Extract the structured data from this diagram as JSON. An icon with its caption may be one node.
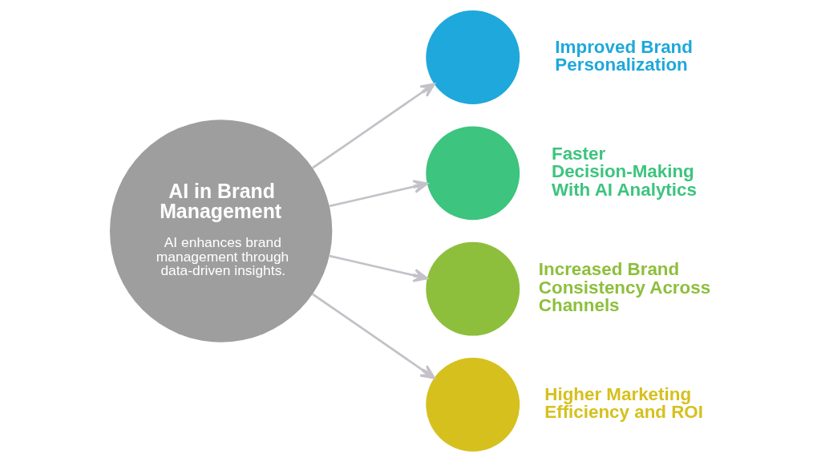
{
  "diagram": {
    "nodes": [
      {
        "text": [
          "AI in Brand Management",
          "AI enhances brand management through data-driven insights."
        ]
      },
      {
        "text": [],
        "shape": "circle",
        "beside": [
          "Improved Brand Personalization"
        ]
      },
      {
        "text": [],
        "shape": "circle",
        "beside": [
          "Faster Decision-Making With AI Analytics"
        ]
      },
      {
        "text": [],
        "shape": "circle",
        "beside": [
          "Increased Brand Consistency Across Channels"
        ]
      },
      {
        "text": [],
        "shape": "circle",
        "beside": [
          "Higher Marketing Efficiency and ROI"
        ]
      }
    ],
    "edges": [
      {
        "from": 0,
        "to": 1,
        "arrow": "to"
      },
      {
        "from": 0,
        "to": 2,
        "arrow": "to"
      },
      {
        "from": 0,
        "to": 3,
        "arrow": "to"
      },
      {
        "from": 0,
        "to": 4,
        "arrow": "to"
      }
    ]
  }
}
